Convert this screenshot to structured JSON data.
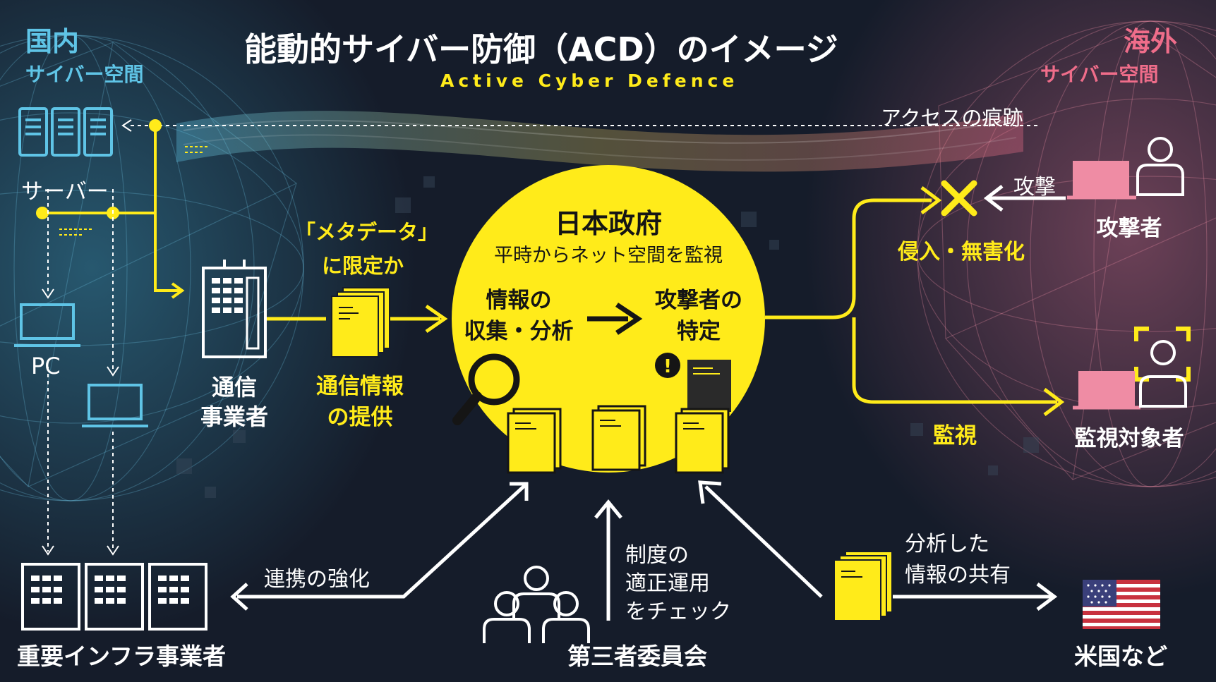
{
  "title": "能動的サイバー防御（ACD）のイメージ",
  "subtitle": "Active Cyber Defence",
  "domestic": {
    "line1": "国内",
    "line2": "サイバー空間"
  },
  "overseas": {
    "line1": "海外",
    "line2": "サイバー空間"
  },
  "access_trace": "アクセスの痕跡",
  "server_label": "サーバー",
  "pc_label": "PC",
  "telecom": {
    "line1": "通信",
    "line2": "事業者"
  },
  "metadata_note": {
    "line1": "「メタデータ」",
    "line2": "に限定か"
  },
  "telecom_info": {
    "line1": "通信情報",
    "line2": "の提供"
  },
  "government": {
    "title": "日本政府",
    "subtitle": "平時からネット空間を監視",
    "step1_line1": "情報の",
    "step1_line2": "収集・分析",
    "step2_line1": "攻撃者の",
    "step2_line2": "特定"
  },
  "attack_label": "攻撃",
  "attacker_label": "攻撃者",
  "neutralize_label": "侵入・無害化",
  "monitor_label": "監視",
  "monitored_label": "監視対象者",
  "critical_infra_label": "重要インフラ事業者",
  "cooperation_label": "連携の強化",
  "oversight": {
    "line1": "制度の",
    "line2": "適正運用",
    "line3": "をチェック"
  },
  "third_party_label": "第三者委員会",
  "sharing": {
    "line1": "分析した",
    "line2": "情報の共有"
  },
  "us_label": "米国など",
  "colors": {
    "background": "#151c2a",
    "yellow": "#ffeb1a",
    "domestic_blue": "#5fc4e6",
    "overseas_pink": "#ef6d8a",
    "white": "#ffffff"
  }
}
